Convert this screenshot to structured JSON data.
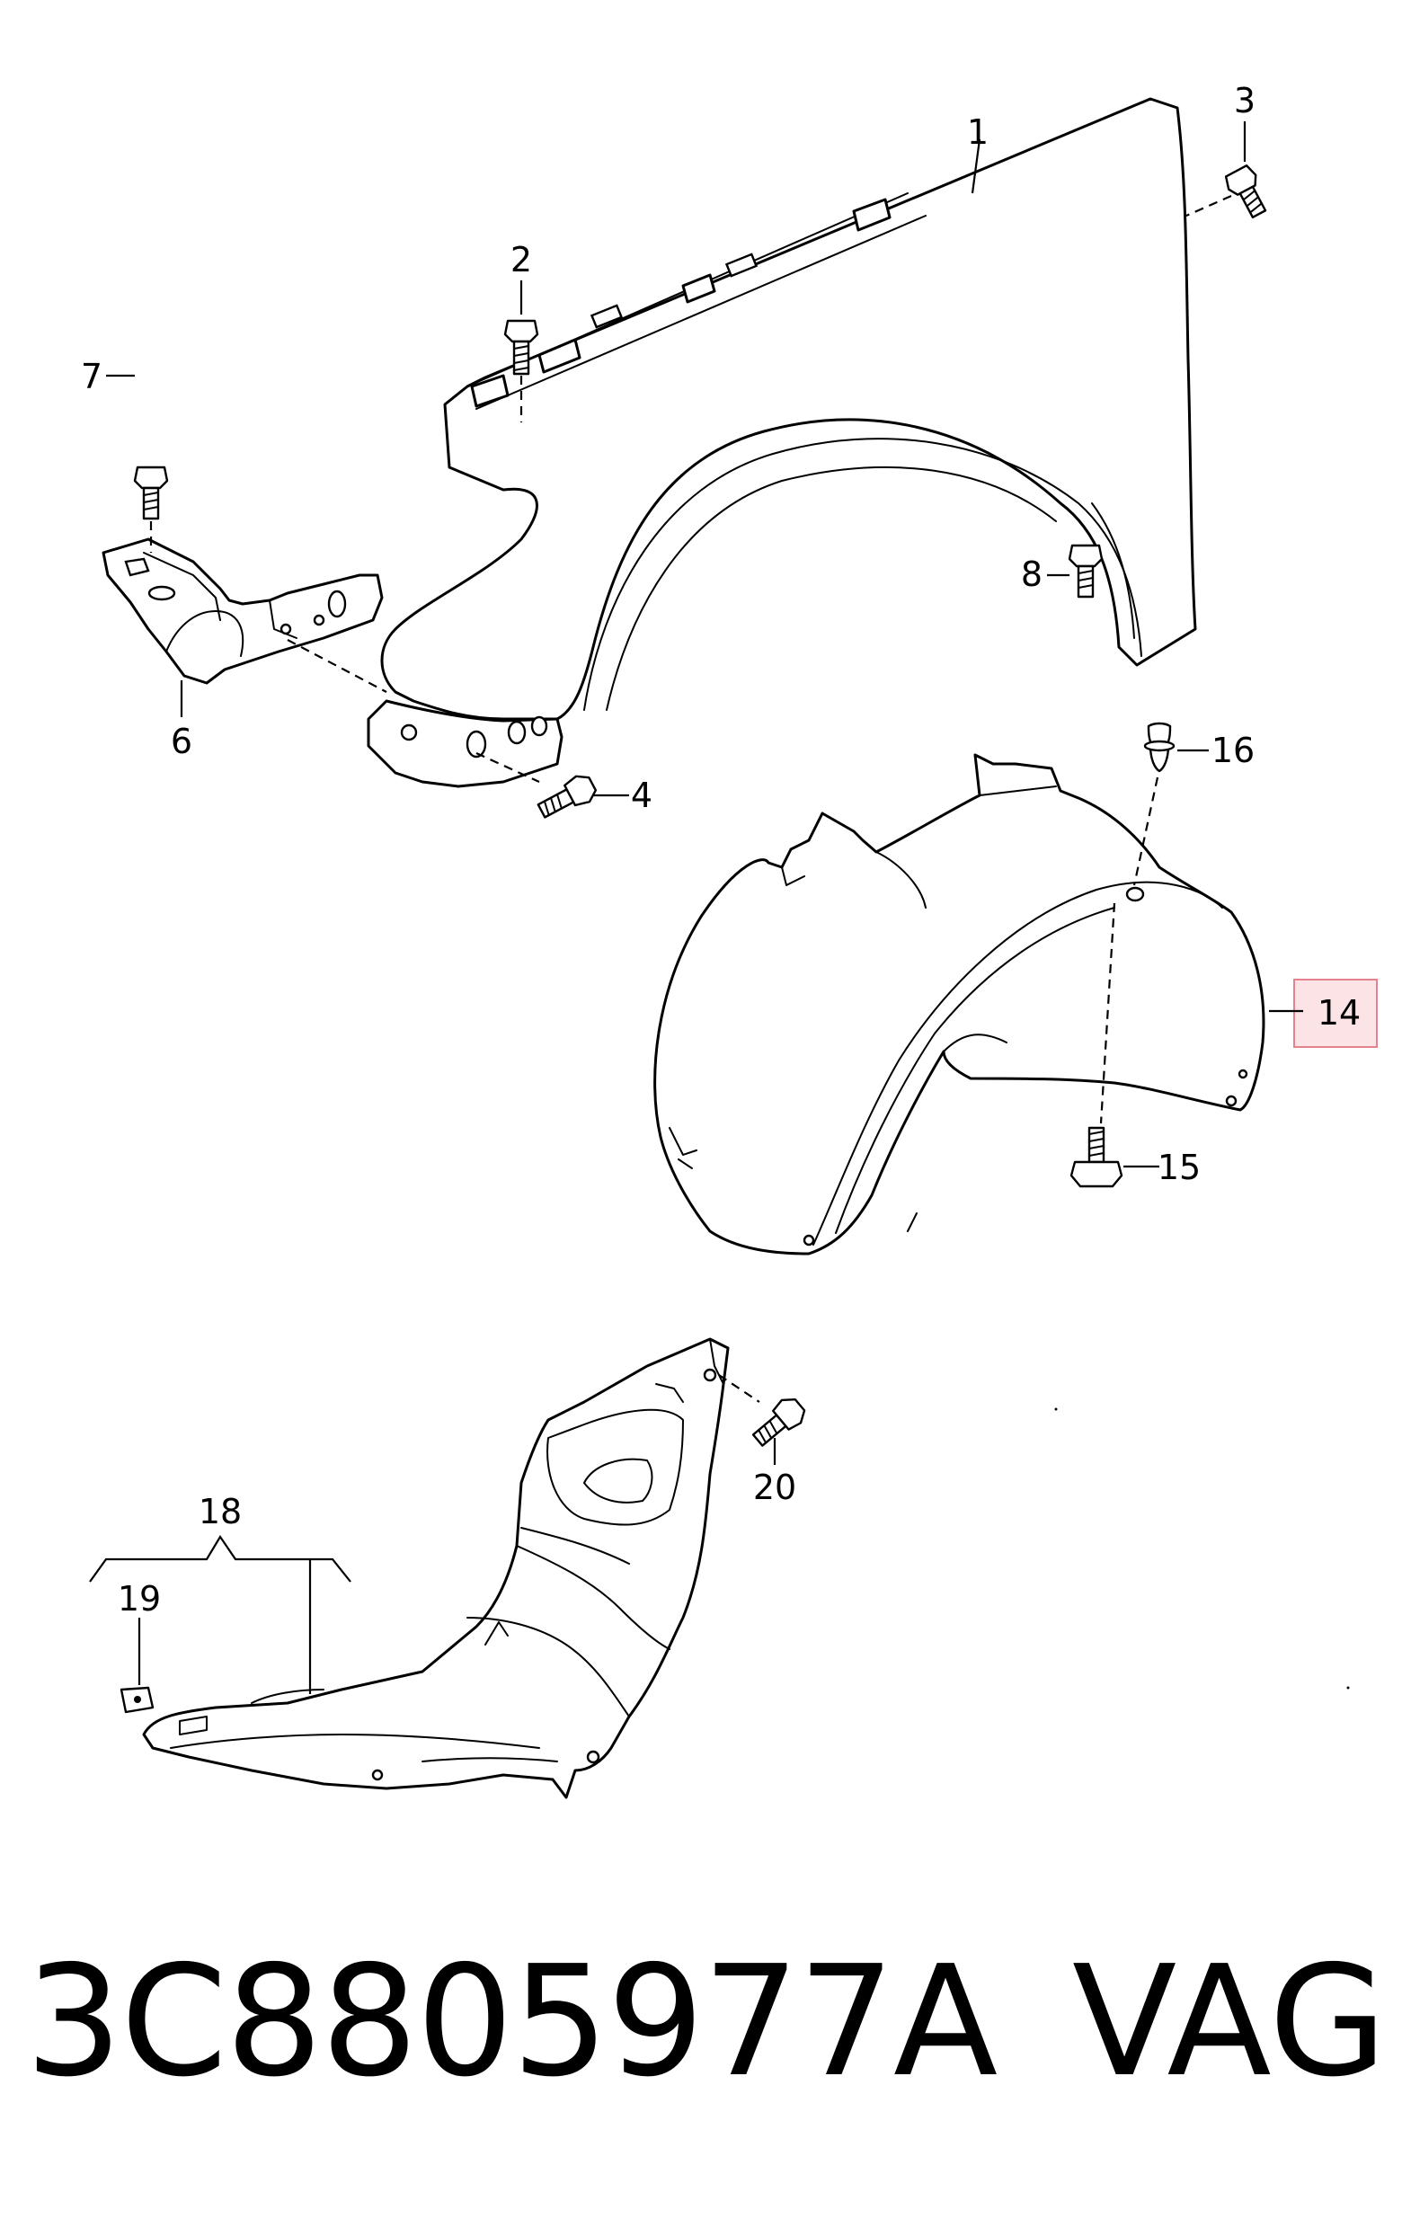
{
  "callouts": [
    {
      "id": "1",
      "label": "1"
    },
    {
      "id": "2",
      "label": "2"
    },
    {
      "id": "3",
      "label": "3"
    },
    {
      "id": "4",
      "label": "4"
    },
    {
      "id": "6",
      "label": "6"
    },
    {
      "id": "7",
      "label": "7"
    },
    {
      "id": "8",
      "label": "8"
    },
    {
      "id": "14",
      "label": "14",
      "highlighted": true
    },
    {
      "id": "15",
      "label": "15"
    },
    {
      "id": "16",
      "label": "16"
    },
    {
      "id": "18",
      "label": "18"
    },
    {
      "id": "19",
      "label": "19"
    },
    {
      "id": "20",
      "label": "20"
    }
  ],
  "caption": {
    "part_number": "3C8805977A",
    "brand": "VAG"
  },
  "colors": {
    "line": "#000000",
    "background": "#ffffff",
    "highlight_fill": "#fbe3e6",
    "highlight_border": "#e4828f"
  }
}
